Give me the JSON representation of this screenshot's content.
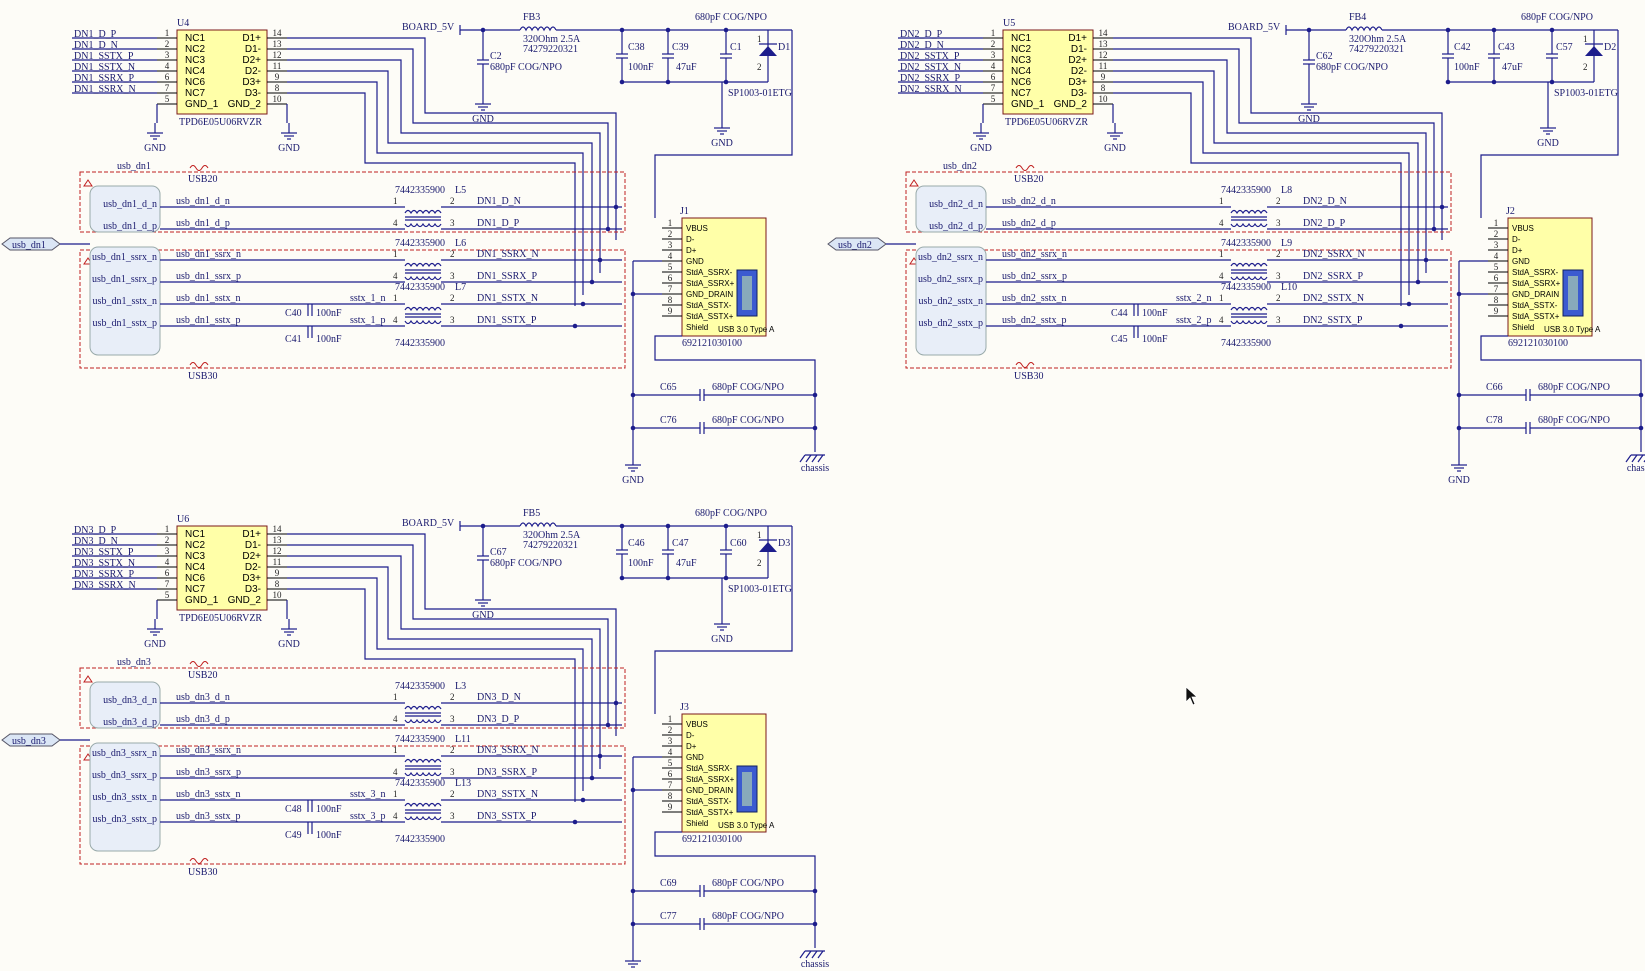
{
  "labels": {
    "board5v": "BOARD_5V",
    "gnd": "GND",
    "chassis": "chassis",
    "usb20": "USB20",
    "usb30": "USB30",
    "cog": "680pF COG/NPO",
    "c100": "100nF",
    "c47": "47uF",
    "fb_val": "320Ohm 2.5A",
    "fb_pn": "74279220321",
    "diode_pn": "SP1003-01ETG",
    "ic_pn": "TPD6E05U06RVZR",
    "choke": "7442335900",
    "conn_pn": "692121030100",
    "conn_desc": "USB 3.0 Type A"
  },
  "ic_left_pins": [
    "NC1",
    "NC2",
    "NC3",
    "NC4",
    "NC6",
    "NC7",
    "GND_1"
  ],
  "ic_right_pins": [
    "D1+",
    "D1-",
    "D2+",
    "D2-",
    "D3+",
    "D3-",
    "GND_2"
  ],
  "ic_left_nums": [
    "1",
    "2",
    "3",
    "4",
    "6",
    "7",
    "5"
  ],
  "ic_right_nums": [
    "14",
    "13",
    "12",
    "11",
    "9",
    "8",
    "10"
  ],
  "conn_pins": [
    "VBUS",
    "D-",
    "D+",
    "GND",
    "StdA_SSRX-",
    "StdA_SSRX+",
    "GND_DRAIN",
    "StdA_SSTX-",
    "StdA_SSTX+",
    "Shield"
  ],
  "conn_nums": [
    "1",
    "2",
    "3",
    "4",
    "5",
    "6",
    "7",
    "8",
    "9"
  ],
  "blocks": [
    {
      "n": "1",
      "port": "usb_dn1",
      "harness": "usb_dn1",
      "u": "U4",
      "fb": "FB3",
      "j": "J1",
      "d": "D1",
      "c_in": "C2",
      "c_a": "C38",
      "c_b": "C39",
      "c_c": "C1",
      "c_top": "C65",
      "c_bot": "C76",
      "c_tx1": "C40",
      "c_tx2": "C41",
      "ic_nets": [
        "DN1_D_P",
        "DN1_D_N",
        "DN1_SSTX_P",
        "DN1_SSTX_N",
        "DN1_SSRX_P",
        "DN1_SSRX_N"
      ],
      "hports": [
        "usb_dn1_d_n",
        "usb_dn1_d_p",
        "usb_dn1_ssrx_n",
        "usb_dn1_ssrx_p",
        "usb_dn1_sstx_n",
        "usb_dn1_sstx_p"
      ],
      "lines": [
        "usb_dn1_d_n",
        "usb_dn1_d_p",
        "usb_dn1_ssrx_n",
        "usb_dn1_ssrx_p",
        "usb_dn1_sstx_n",
        "usb_dn1_sstx_p"
      ],
      "outs": [
        "DN1_D_N",
        "DN1_D_P",
        "DN1_SSRX_N",
        "DN1_SSRX_P",
        "DN1_SSTX_N",
        "DN1_SSTX_P"
      ],
      "sstx": [
        "sstx_1_n",
        "sstx_1_p"
      ],
      "chokes": [
        "L5",
        "L6",
        "L7"
      ]
    },
    {
      "n": "2",
      "port": "usb_dn2",
      "harness": "usb_dn2",
      "u": "U5",
      "fb": "FB4",
      "j": "J2",
      "d": "D2",
      "c_in": "C62",
      "c_a": "C42",
      "c_b": "C43",
      "c_c": "C57",
      "c_top": "C66",
      "c_bot": "C78",
      "c_tx1": "C44",
      "c_tx2": "C45",
      "ic_nets": [
        "DN2_D_P",
        "DN2_D_N",
        "DN2_SSTX_P",
        "DN2_SSTX_N",
        "DN2_SSRX_P",
        "DN2_SSRX_N"
      ],
      "hports": [
        "usb_dn2_d_n",
        "usb_dn2_d_p",
        "usb_dn2_ssrx_n",
        "usb_dn2_ssrx_p",
        "usb_dn2_sstx_n",
        "usb_dn2_sstx_p"
      ],
      "lines": [
        "usb_dn2_d_n",
        "usb_dn2_d_p",
        "usb_dn2_ssrx_n",
        "usb_dn2_ssrx_p",
        "usb_dn2_sstx_n",
        "usb_dn2_sstx_p"
      ],
      "outs": [
        "DN2_D_N",
        "DN2_D_P",
        "DN2_SSRX_N",
        "DN2_SSRX_P",
        "DN2_SSTX_N",
        "DN2_SSTX_P"
      ],
      "sstx": [
        "sstx_2_n",
        "sstx_2_p"
      ],
      "chokes": [
        "L8",
        "L9",
        "L10"
      ]
    },
    {
      "n": "3",
      "port": "usb_dn3",
      "harness": "usb_dn3",
      "u": "U6",
      "fb": "FB5",
      "j": "J3",
      "d": "D3",
      "c_in": "C67",
      "c_a": "C46",
      "c_b": "C47",
      "c_c": "C60",
      "c_top": "C69",
      "c_bot": "C77",
      "c_tx1": "C48",
      "c_tx2": "C49",
      "ic_nets": [
        "DN3_D_P",
        "DN3_D_N",
        "DN3_SSTX_P",
        "DN3_SSTX_N",
        "DN3_SSRX_P",
        "DN3_SSRX_N"
      ],
      "hports": [
        "usb_dn3_d_n",
        "usb_dn3_d_p",
        "usb_dn3_ssrx_n",
        "usb_dn3_ssrx_p",
        "usb_dn3_sstx_n",
        "usb_dn3_sstx_p"
      ],
      "lines": [
        "usb_dn3_d_n",
        "usb_dn3_d_p",
        "usb_dn3_ssrx_n",
        "usb_dn3_ssrx_p",
        "usb_dn3_sstx_n",
        "usb_dn3_sstx_p"
      ],
      "outs": [
        "DN3_D_N",
        "DN3_D_P",
        "DN3_SSRX_N",
        "DN3_SSRX_P",
        "DN3_SSTX_N",
        "DN3_SSTX_P"
      ],
      "sstx": [
        "sstx_3_n",
        "sstx_3_p"
      ],
      "chokes": [
        "L3",
        "L11",
        "L13"
      ]
    }
  ]
}
